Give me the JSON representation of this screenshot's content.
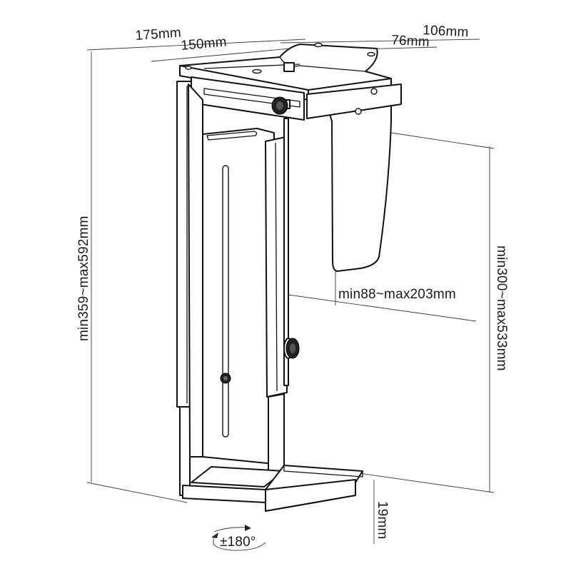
{
  "dimensions": {
    "top_width_outer": "175mm",
    "top_width_inner": "150mm",
    "top_depth_outer": "106mm",
    "top_depth_inner": "76mm",
    "height_range": "min359~max592mm",
    "clamp_height_range": "min300~max533mm",
    "width_range": "min88~max203mm",
    "base_lip": "19mm"
  },
  "rotation": {
    "label": "±180°"
  }
}
